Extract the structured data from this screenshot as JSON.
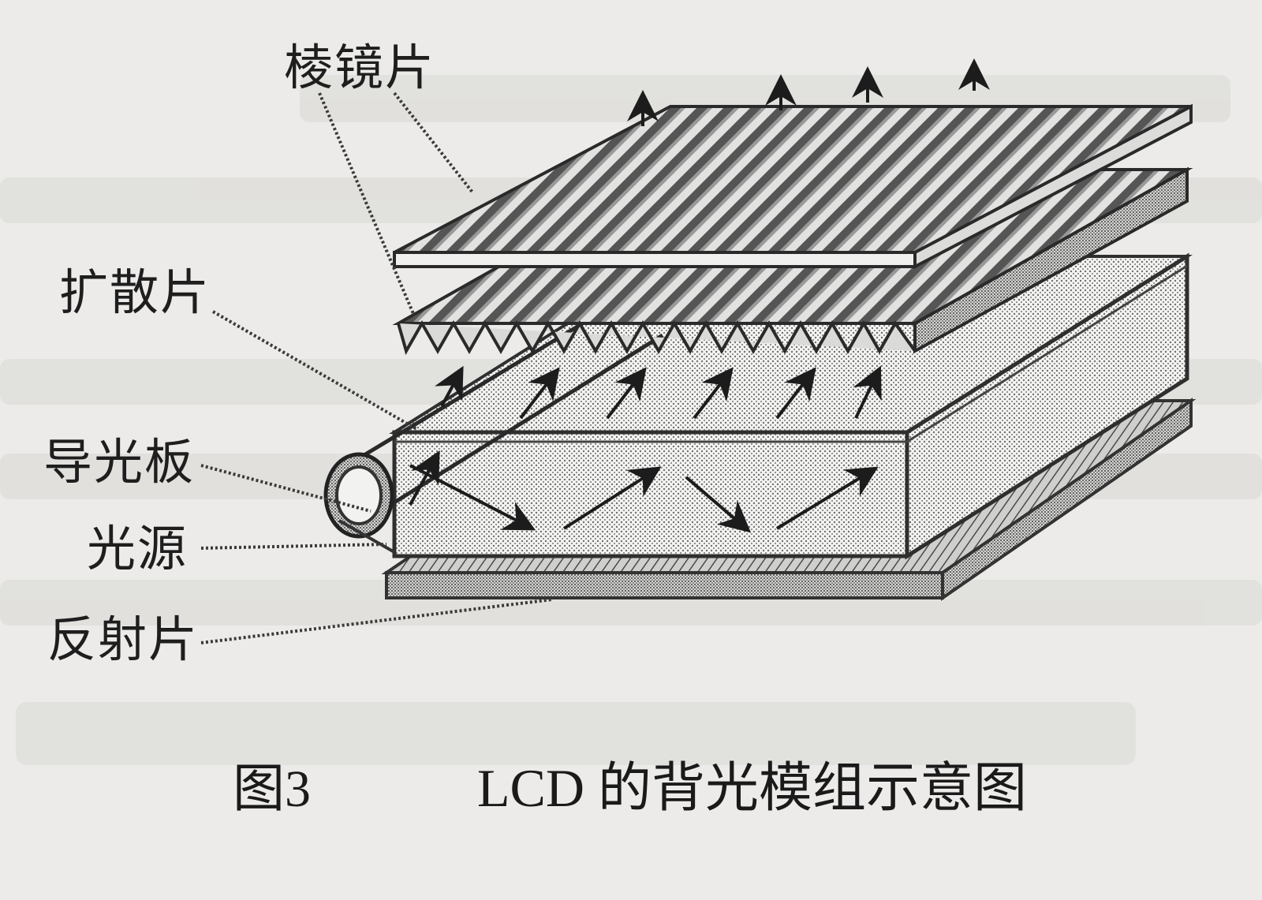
{
  "labels": {
    "prism": "棱镜片",
    "diffuser": "扩散片",
    "light_guide": "导光板",
    "light_source": "光源",
    "reflector": "反射片"
  },
  "caption": {
    "figure_number": "图3",
    "title": "LCD 的背光模组示意图"
  }
}
